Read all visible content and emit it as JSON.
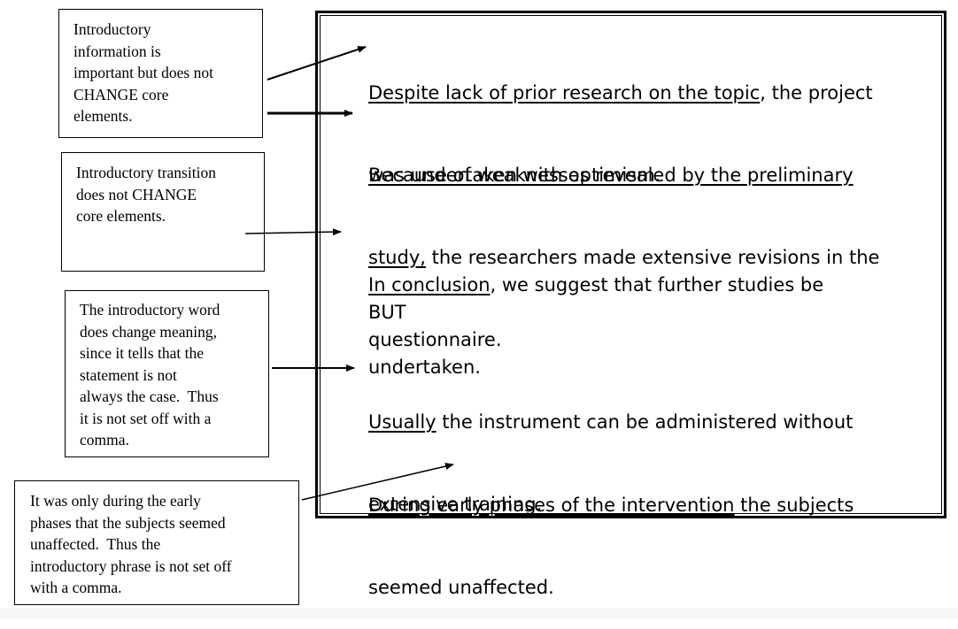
{
  "notes": {
    "intro_info": [
      "Introductory",
      "information is",
      "important but does not",
      "CHANGE core",
      "elements."
    ],
    "intro_transition": [
      "Introductory transition",
      "does not CHANGE",
      "core elements."
    ],
    "intro_word": [
      "The introductory word",
      "does change meaning,",
      "since it tells that the",
      "statement is not",
      "always the case.  Thus",
      "it is not set off with a",
      "comma."
    ],
    "early_phases": [
      "It was only during the early",
      "phases that the subjects seemed",
      "unaffected.  Thus the",
      "introductory phrase is not set off",
      "with a comma."
    ]
  },
  "sentences": {
    "s1": {
      "line1_under": "Despite lack of prior research on the topic",
      "line1_rest": ", the project",
      "line2": "was undertaken with optimism."
    },
    "s2": {
      "line1_under": "Because of weaknesses revealed by the preliminary",
      "line2_under": "study,",
      "line2_rest": " the researchers made extensive revisions in the",
      "line3": "questionnaire."
    },
    "s3": {
      "line1_under": "In conclusion",
      "line1_rest": ", we suggest that further studies be",
      "line2": "undertaken."
    },
    "but": "BUT",
    "s4": {
      "line1_under": "Usually",
      "line1_rest": " the instrument can be administered without",
      "line2": "extensive training."
    },
    "s5": {
      "line1_under": "During early phases of the intervention",
      "line1_rest": " the subjects",
      "line2": "seemed unaffected."
    }
  }
}
